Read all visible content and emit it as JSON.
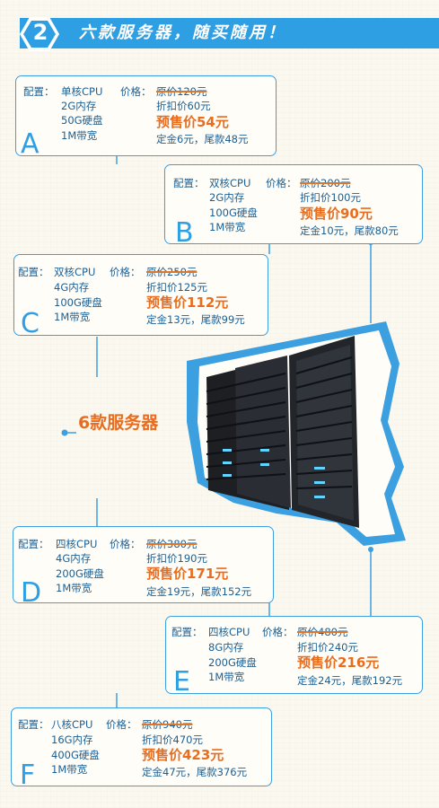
{
  "header": {
    "number": "2",
    "title": "六款服务器，随买随用！"
  },
  "center_label": "6款服务器",
  "colors": {
    "accent_blue": "#2f9fe3",
    "price_orange": "#e86d1f"
  },
  "cards": [
    {
      "letter": "A",
      "config": "配置：",
      "cpu": "单核CPU",
      "price_label": "价格：",
      "original": "原价120元",
      "ram": "2G内存",
      "discount": "折扣价60元",
      "disk": "50G硬盘",
      "presale": "预售价54元",
      "bandwidth": "1M带宽",
      "deposit": "定金6元，尾款48元"
    },
    {
      "letter": "B",
      "config": "配置：",
      "cpu": "双核CPU",
      "price_label": "价格：",
      "original": "原价200元",
      "ram": "2G内存",
      "discount": "折扣价100元",
      "disk": "100G硬盘",
      "presale": "预售价90元",
      "bandwidth": "1M带宽",
      "deposit": "定金10元，尾款80元"
    },
    {
      "letter": "C",
      "config": "配置：",
      "cpu": "双核CPU",
      "price_label": "价格：",
      "original": "原价250元",
      "ram": "4G内存",
      "discount": "折扣价125元",
      "disk": "100G硬盘",
      "presale": "预售价112元",
      "bandwidth": "1M带宽",
      "deposit": "定金13元，尾款99元"
    },
    {
      "letter": "D",
      "config": "配置：",
      "cpu": "四核CPU",
      "price_label": "价格：",
      "original": "原价380元",
      "ram": "4G内存",
      "discount": "折扣价190元",
      "disk": "200G硬盘",
      "presale": "预售价171元",
      "bandwidth": "1M带宽",
      "deposit": "定金19元，尾款152元"
    },
    {
      "letter": "E",
      "config": "配置：",
      "cpu": "四核CPU",
      "price_label": "价格：",
      "original": "原价480元",
      "ram": "8G内存",
      "discount": "折扣价240元",
      "disk": "200G硬盘",
      "presale": "预售价216元",
      "bandwidth": "1M带宽",
      "deposit": "定金24元，尾款192元"
    },
    {
      "letter": "F",
      "config": "配置：",
      "cpu": "八核CPU",
      "price_label": "价格：",
      "original": "原价940元",
      "ram": "16G内存",
      "discount": "折扣价470元",
      "disk": "400G硬盘",
      "presale": "预售价423元",
      "bandwidth": "1M带宽",
      "deposit": "定金47元，尾款376元"
    }
  ]
}
